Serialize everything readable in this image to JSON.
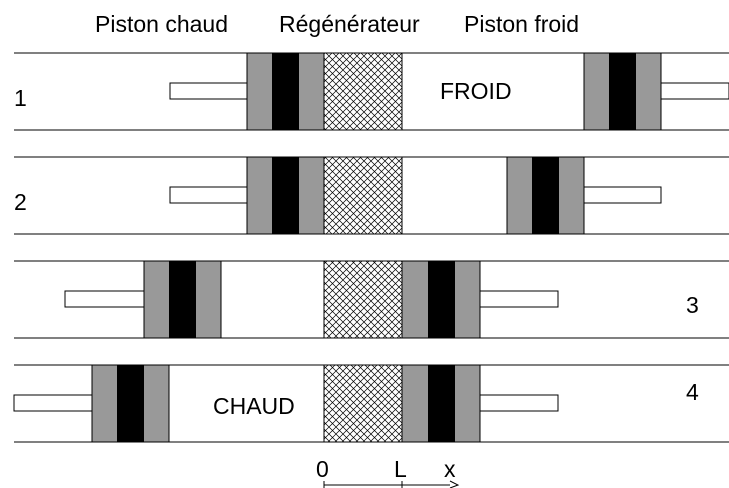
{
  "header": {
    "hot_piston": "Piston chaud",
    "regenerator": "Régénérateur",
    "cold_piston": "Piston froid"
  },
  "stages": [
    {
      "number": "1",
      "label": "FROID"
    },
    {
      "number": "2",
      "label": ""
    },
    {
      "number": "3",
      "label": ""
    },
    {
      "number": "4",
      "label": "CHAUD"
    }
  ],
  "axis": {
    "origin": "0",
    "length": "L",
    "variable": "x"
  },
  "colors": {
    "piston_outer": "#999999",
    "piston_core": "#000000",
    "line": "#000000",
    "background": "#ffffff"
  }
}
